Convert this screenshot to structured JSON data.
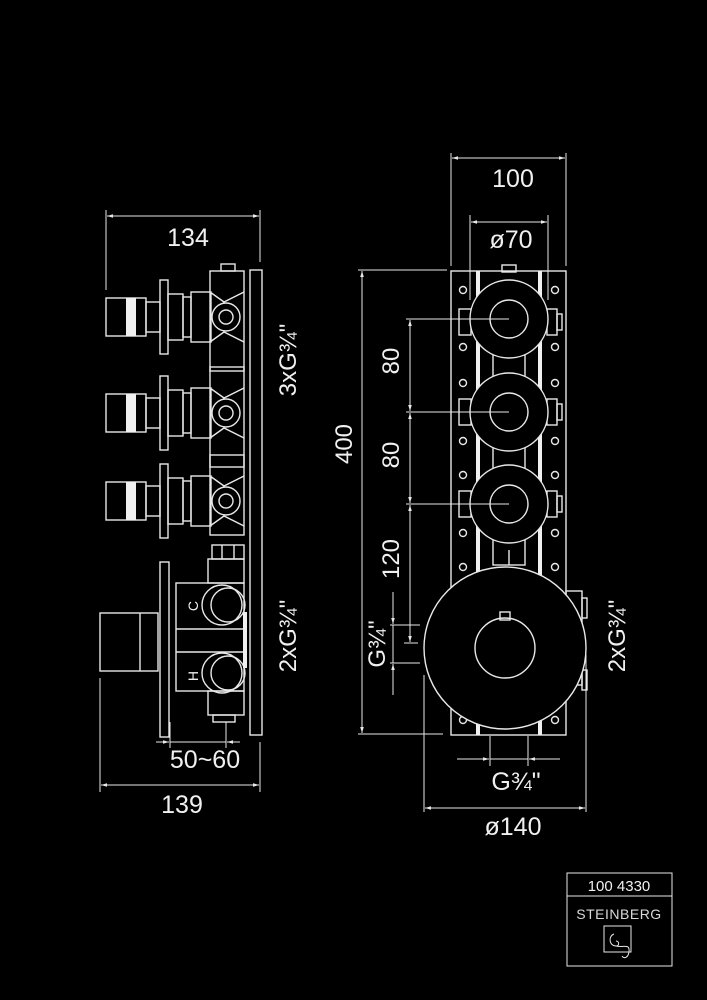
{
  "drawing": {
    "side_view": {
      "dimensions": {
        "top_width": "134",
        "bottom_width": "139",
        "wall_depth": "50~60",
        "outlets_thread": "3xG¾\"",
        "inlets_thread": "2xG¾\""
      },
      "labels": {
        "cold": "C",
        "hot": "H"
      }
    },
    "front_view": {
      "dimensions": {
        "body_width": "100",
        "handle_diameter": "ø70",
        "total_height": "400",
        "spacing_1": "80",
        "spacing_2": "80",
        "spacing_3": "120",
        "side_thread": "G¾\"",
        "bottom_thread": "G¾\"",
        "inlets_thread": "2xG¾\"",
        "rosette_diameter": "ø140"
      }
    },
    "title_block": {
      "article_number": "100 4330",
      "brand": "STEINBERG"
    }
  },
  "colors": {
    "background": "#000000",
    "line": "#e8e8e8"
  }
}
